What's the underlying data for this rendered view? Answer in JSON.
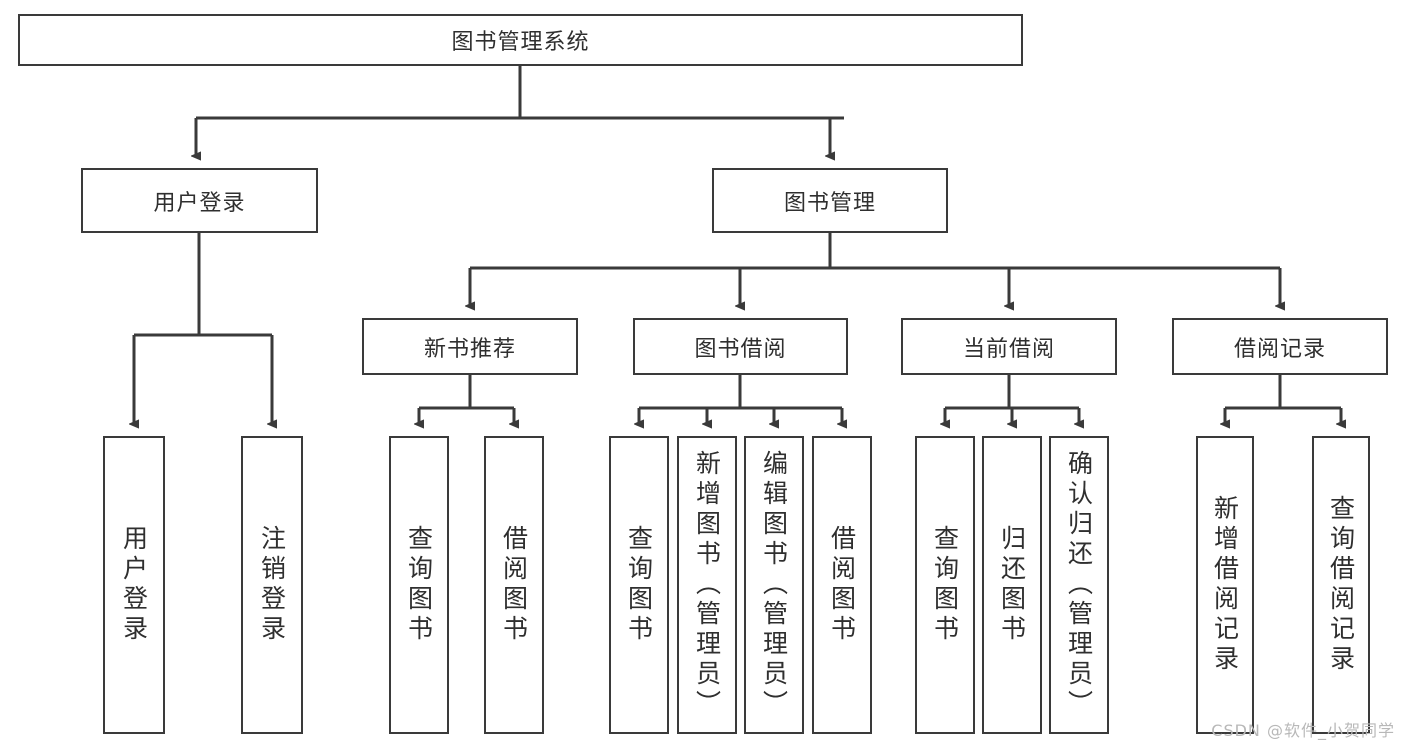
{
  "diagram": {
    "title": "图书管理系统",
    "type": "tree-hierarchy",
    "stroke_color": "#3a3a3a",
    "text_color": "#2f2f2f",
    "background_color": "#ffffff",
    "watermark": "CSDN @软件_小贺同学"
  },
  "nodes": {
    "root": {
      "label": "图书管理系统"
    },
    "level2": [
      {
        "label": "用户登录"
      },
      {
        "label": "图书管理"
      }
    ],
    "level3": [
      {
        "label": "新书推荐"
      },
      {
        "label": "图书借阅"
      },
      {
        "label": "当前借阅"
      },
      {
        "label": "借阅记录"
      }
    ],
    "leaves": {
      "user_login": [
        {
          "label": "用户登录"
        },
        {
          "label": "注销登录"
        }
      ],
      "new_book_recommend": [
        {
          "label": "查询图书"
        },
        {
          "label": "借阅图书"
        }
      ],
      "book_borrow": [
        {
          "label": "查询图书"
        },
        {
          "label": "新增图书（管理员）"
        },
        {
          "label": "编辑图书（管理员）"
        },
        {
          "label": "借阅图书"
        }
      ],
      "current_borrow": [
        {
          "label": "查询图书"
        },
        {
          "label": "归还图书"
        },
        {
          "label": "确认归还（管理员）"
        }
      ],
      "borrow_record": [
        {
          "label": "新增借阅记录"
        },
        {
          "label": "查询借阅记录"
        }
      ]
    }
  }
}
